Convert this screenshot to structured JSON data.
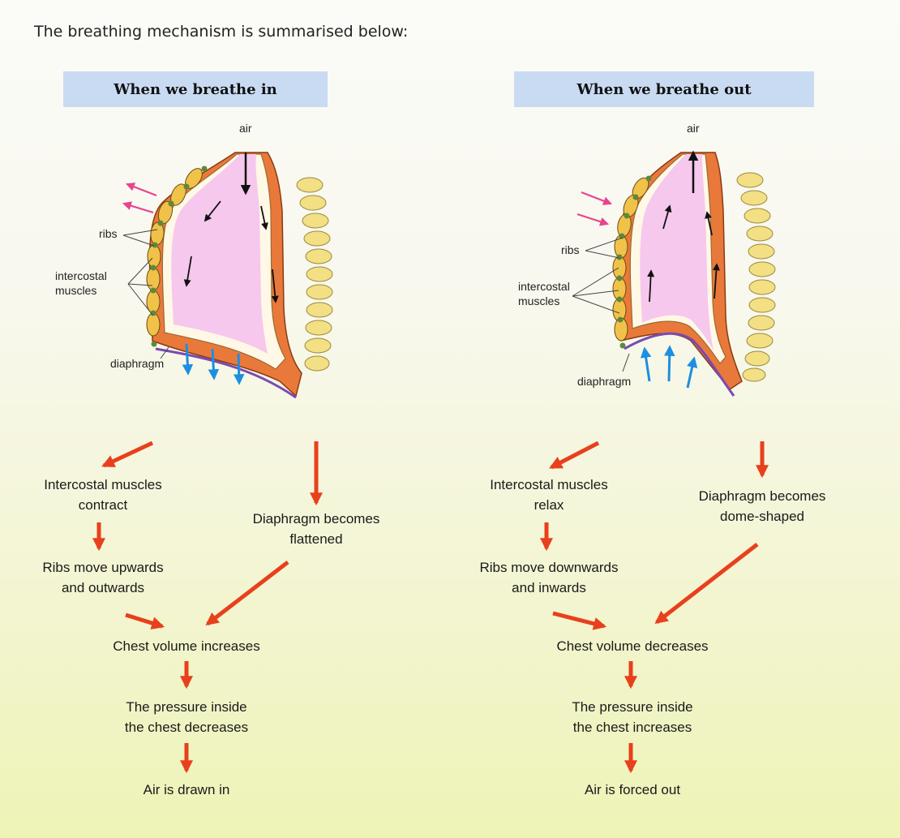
{
  "intro_text": "The breathing mechanism is summarised below:",
  "inhale": {
    "heading": "When we breathe in",
    "labels": {
      "air": "air",
      "ribs": "ribs",
      "intercostal": "intercostal\nmuscles",
      "diaphragm": "diaphragm"
    },
    "steps": {
      "intercostal": "Intercostal muscles\ncontract",
      "diaphragm": "Diaphragm becomes\nflattened",
      "ribs": "Ribs move upwards\nand outwards",
      "volume": "Chest volume increases",
      "pressure": "The pressure inside\nthe chest decreases",
      "air": "Air is drawn in"
    }
  },
  "exhale": {
    "heading": "When we breathe out",
    "labels": {
      "air": "air",
      "ribs": "ribs",
      "intercostal": "intercostal\nmuscles",
      "diaphragm": "diaphragm"
    },
    "steps": {
      "intercostal": "Intercostal muscles\nrelax",
      "diaphragm": "Diaphragm becomes\ndome-shaped",
      "ribs": "Ribs move downwards\nand inwards",
      "volume": "Chest volume decreases",
      "pressure": "The pressure inside\nthe chest increases",
      "air": "Air is forced out"
    }
  },
  "colors": {
    "banner": "#c9dbf3",
    "lung": "#f6c8ee",
    "muscle": "#e9793a",
    "flow_arrow": "#e8401c",
    "rib_arrow": "#e8438f",
    "diaphragm_arrow": "#1c8fe0",
    "spine": "#f3df84"
  }
}
